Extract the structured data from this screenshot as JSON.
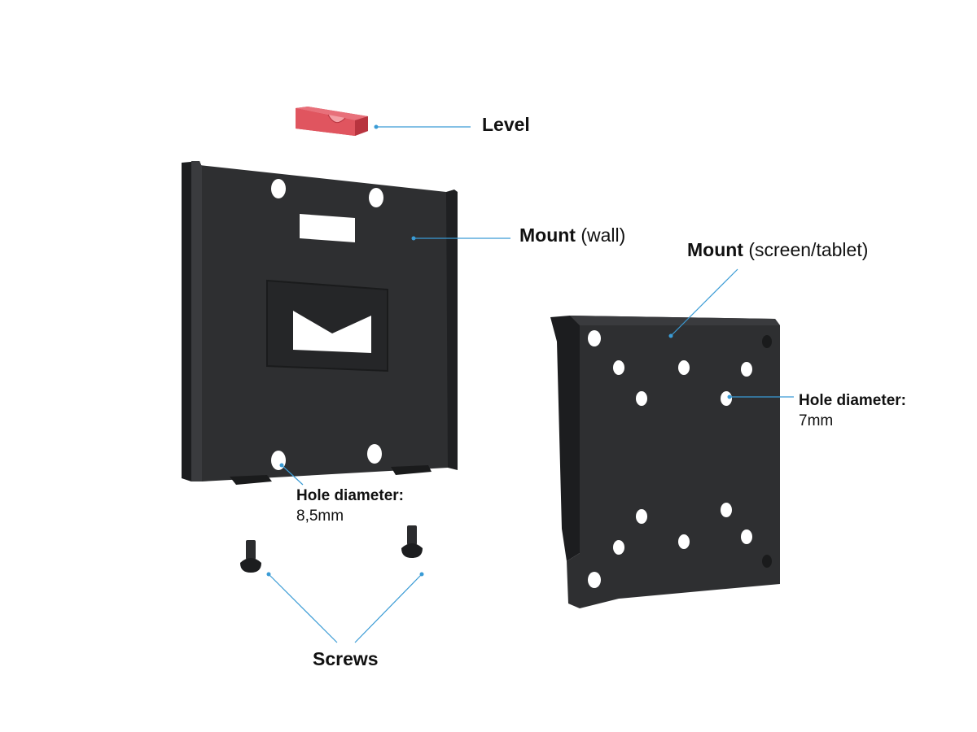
{
  "labels": {
    "level": "Level",
    "mount_wall": {
      "name": "Mount",
      "detail": "(wall)"
    },
    "mount_screen": {
      "name": "Mount",
      "detail": "(screen/tablet)"
    },
    "hole_wall": {
      "title": "Hole diameter:",
      "value": "8,5mm"
    },
    "hole_screen": {
      "title": "Hole diameter:",
      "value": "7mm"
    },
    "screws": "Screws"
  },
  "colors": {
    "leader_line": "#3a9bd5",
    "plate": "#2b2c2e",
    "plate_edge": "#1c1d1f",
    "level": "#e0555f"
  }
}
